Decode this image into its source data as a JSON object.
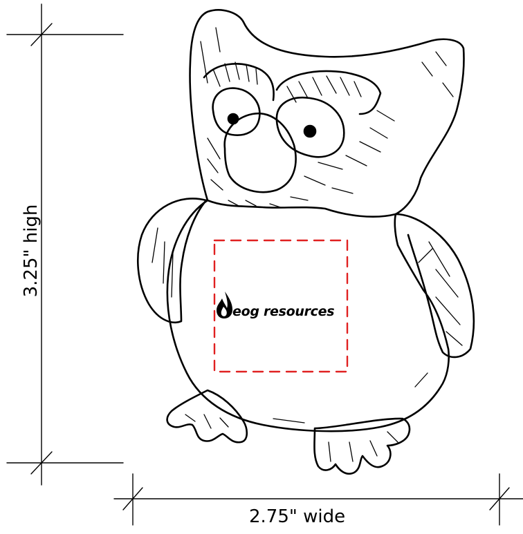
{
  "dimensions": {
    "height_label": "3.25\" high",
    "width_label": "2.75\" wide"
  },
  "imprint": {
    "logo_text": "eog resources",
    "border_color": "#e02020"
  },
  "line_color": "#000000"
}
